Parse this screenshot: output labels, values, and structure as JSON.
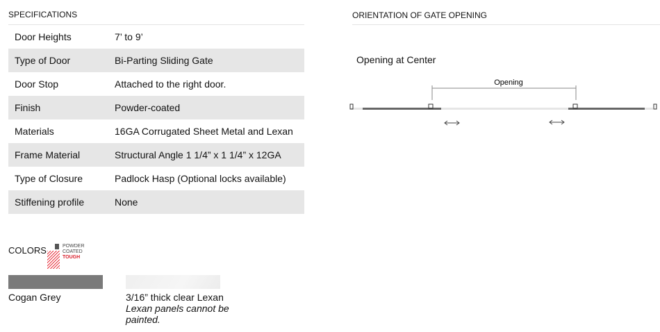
{
  "specs": {
    "heading": "SPECIFICATIONS",
    "rows": [
      {
        "label": "Door Heights",
        "value": "7’ to 9’"
      },
      {
        "label": "Type of Door",
        "value": "Bi-Parting Sliding Gate"
      },
      {
        "label": "Door Stop",
        "value": "Attached to the right door."
      },
      {
        "label": "Finish",
        "value": "Powder-coated"
      },
      {
        "label": "Materials",
        "value": "16GA Corrugated Sheet Metal and Lexan"
      },
      {
        "label": "Frame Material",
        "value": "Structural Angle 1 1/4” x 1 1/4” x 12GA"
      },
      {
        "label": "Type of Closure",
        "value": "Padlock Hasp (Optional locks available)"
      },
      {
        "label": "Stiffening profile",
        "value": "None"
      }
    ]
  },
  "orientation": {
    "heading": "ORIENTATION OF GATE OPENING",
    "subtitle": "Opening at Center",
    "dimension_label": "Opening"
  },
  "colors": {
    "heading": "COLORS",
    "logo_text": [
      "POWDER",
      "COATED",
      "TOUGH™"
    ],
    "swatches": [
      {
        "name": "Cogan Grey",
        "color": "#7a7a7a"
      },
      {
        "name": "3/16” thick clear Lexan",
        "note": "Lexan panels cannot be painted.",
        "color": "#efefef"
      }
    ]
  }
}
